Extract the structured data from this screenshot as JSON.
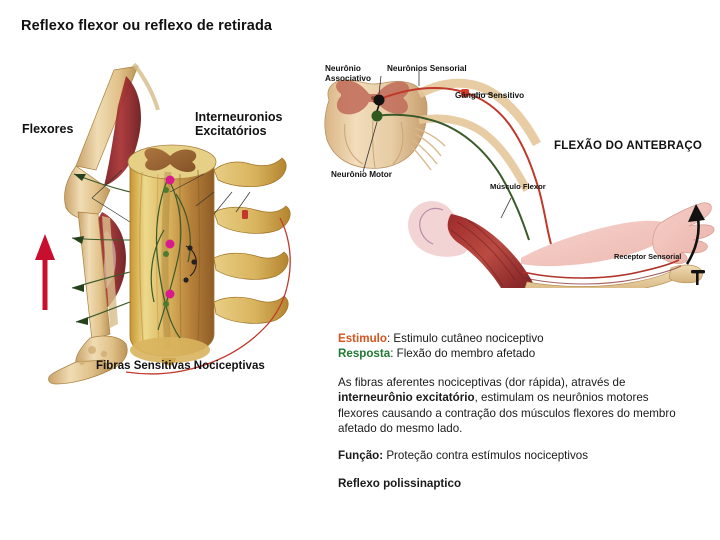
{
  "slide": {
    "title": "Reflexo flexor ou reflexo de retirada"
  },
  "colors": {
    "estimulo": "#D4541F",
    "resposta": "#1F7A34",
    "arrow_red": "#C8102E",
    "muscle_red": "#9E2B2B",
    "bone_tan": "#E2C391",
    "nerve_green": "#3A5A2A",
    "nerve_red": "#C0392B",
    "text": "#1a1a1a"
  },
  "figure_left": {
    "name": "spinal-flexor-reflex-diagram",
    "labels": {
      "flexores": "Flexores",
      "interneuronios_line1": "Interneuronios",
      "interneuronios_line2": "Excitatórios",
      "fibras": "Fibras Sensitivas Nociceptivas"
    },
    "icons": {
      "stimulus": "tack-nail-icon",
      "direction": "red-up-arrow-icon"
    }
  },
  "figure_right": {
    "name": "forearm-flexion-reflex-diagram",
    "labels": {
      "neuronio_associativo_l1": "Neurônio",
      "neuronio_associativo_l2": "Associativo",
      "neuronios_sensorial": "Neurônios Sensorial",
      "ganglio_sensitivo": "Gânglio Sensitivo",
      "neuronio_motor": "Neurônio Motor",
      "musculo_flexor": "Músculo Flexor",
      "receptor_sensorial": "Receptor Sensorial",
      "flexao_antebraco": "FLEXÃO DO ANTEBRAÇO"
    },
    "icons": {
      "flexion": "curved-up-arrow-icon",
      "receptor": "tack-nail-icon"
    }
  },
  "description": {
    "estimulo_label": "Estimulo",
    "estimulo_value": ": Estimulo cutâneo nociceptivo",
    "resposta_label": "Resposta",
    "resposta_value": ": Flexão do membro afetado",
    "paragraph_part1": "As fibras aferentes nociceptivas (dor rápida), através de ",
    "paragraph_bold": "interneurônio excitatório",
    "paragraph_part2": ", estimulam os neurônios motores flexores causando a contração dos músculos flexores do membro afetado do mesmo lado.",
    "funcao_label": "Função:",
    "funcao_value": " Proteção contra estímulos nociceptivos",
    "reflexo_tipo": "Reflexo polissinaptico"
  }
}
